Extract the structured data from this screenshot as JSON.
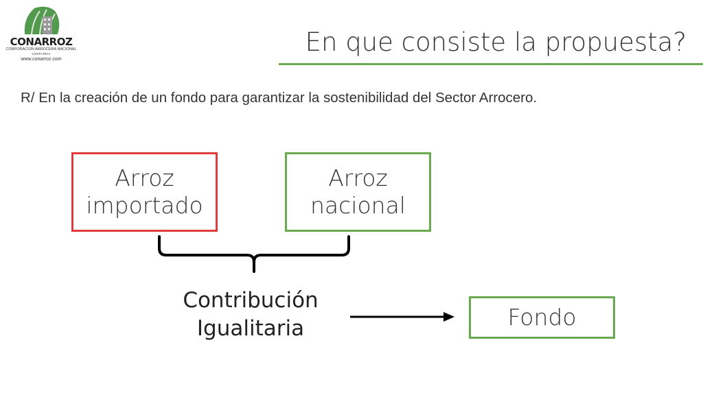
{
  "logo": {
    "name": "CONARROZ",
    "subtitle": "CORPORACION ARROCERA NACIONAL",
    "country": "COSTA RICA",
    "url": "www.conarroz.com",
    "colors": {
      "green": "#3f8f3a",
      "dark": "#1f1f1f"
    }
  },
  "title": "En que consiste la propuesta?",
  "subtitle": "R/ En la creación de un fondo para garantizar la sostenibilidad del Sector Arrocero.",
  "diagram": {
    "node_imported": {
      "line1": "Arroz",
      "line2": "importado",
      "border_color": "#e03b3b"
    },
    "node_national": {
      "line1": "Arroz",
      "line2": "nacional",
      "border_color": "#6aa84f"
    },
    "node_contribution": {
      "line1": "Contribución",
      "line2": "Igualitaria"
    },
    "node_fund": {
      "label": "Fondo",
      "border_color": "#6aa84f"
    }
  }
}
